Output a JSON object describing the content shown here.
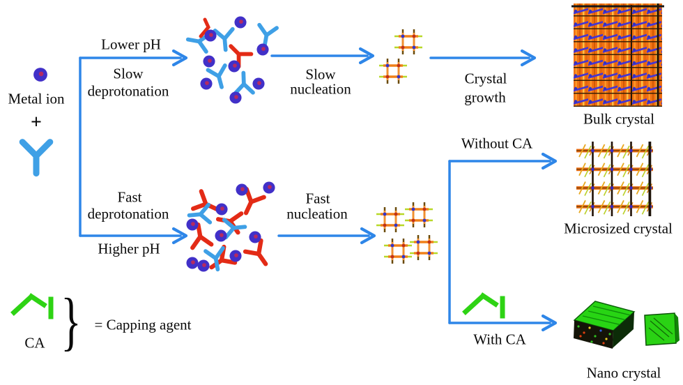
{
  "figure": {
    "reactants": {
      "metal_ion": "Metal ion",
      "plus": "+"
    },
    "ph_branch": {
      "lower_ph": "Lower pH",
      "slow_deprotonation": {
        "line1": "Slow",
        "line2": "deprotonation"
      },
      "fast_deprotonation": {
        "line1": "Fast",
        "line2": "deprotonation"
      },
      "higher_ph": "Higher pH"
    },
    "upper_path": {
      "slow_nucleation": {
        "line1": "Slow",
        "line2": "nucleation"
      },
      "crystal_growth": {
        "line1": "Crystal",
        "line2": "growth"
      },
      "product": "Bulk crystal"
    },
    "lower_path": {
      "fast_nucleation": {
        "line1": "Fast",
        "line2": "nucleation"
      },
      "without_ca": "Without CA",
      "with_ca": "With CA",
      "product_without_ca": "Microsized crystal",
      "product_with_ca": "Nano crystal"
    },
    "legend": {
      "ca": "CA",
      "brace": "}",
      "capping_agent": "= Capping agent"
    },
    "colors": {
      "arrow_blue": "#2e86e8",
      "ligand_blue": "#3fa0e6",
      "ligand_red": "#e32b16",
      "metal_ion_purple": "#4130c8",
      "capping_agent_green": "#2ed314",
      "lattice_orange": "#ef7014",
      "background": "#ffffff"
    }
  }
}
